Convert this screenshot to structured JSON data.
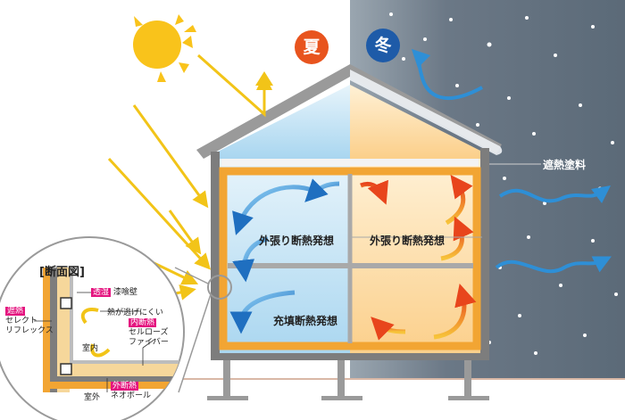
{
  "colors": {
    "summer_badge": "#e8541e",
    "winter_badge": "#1e5ba8",
    "sun": "#f9c31b",
    "heat_arrow": "#f2c418",
    "insulation_frame": "#f2a533",
    "cold_arrow": "#2e8fd6",
    "night_bg": "#6d7b88",
    "frame_gray": "#7d7d7d",
    "pink_tag": "#e4157f"
  },
  "icons": [
    "sun-icon",
    "snowflake-dots",
    "heat-arrow",
    "air-flow-arrow"
  ],
  "seasons": {
    "summer": "夏",
    "winter": "冬"
  },
  "labels": {
    "shading_paint": "遮熱塗料",
    "outer_insulation_left": "外張り断熱発想",
    "outer_insulation_right": "外張り断熱発想",
    "fill_insulation": "充填断熱発想"
  },
  "section": {
    "title": "[断面図]",
    "tag_breathable": "透湿",
    "plaster_wall": "漆喰壁",
    "tag_shade": "遮熱",
    "select_reflex": "セレクト\nリフレックス",
    "heat_escape": "熱が逃げにくい",
    "tag_inner": "内断熱",
    "cellulose": "セルローズ\nファイバー",
    "indoor": "室内",
    "outdoor": "室外",
    "tag_outer": "外断熱",
    "neoboard": "ネオボール"
  }
}
